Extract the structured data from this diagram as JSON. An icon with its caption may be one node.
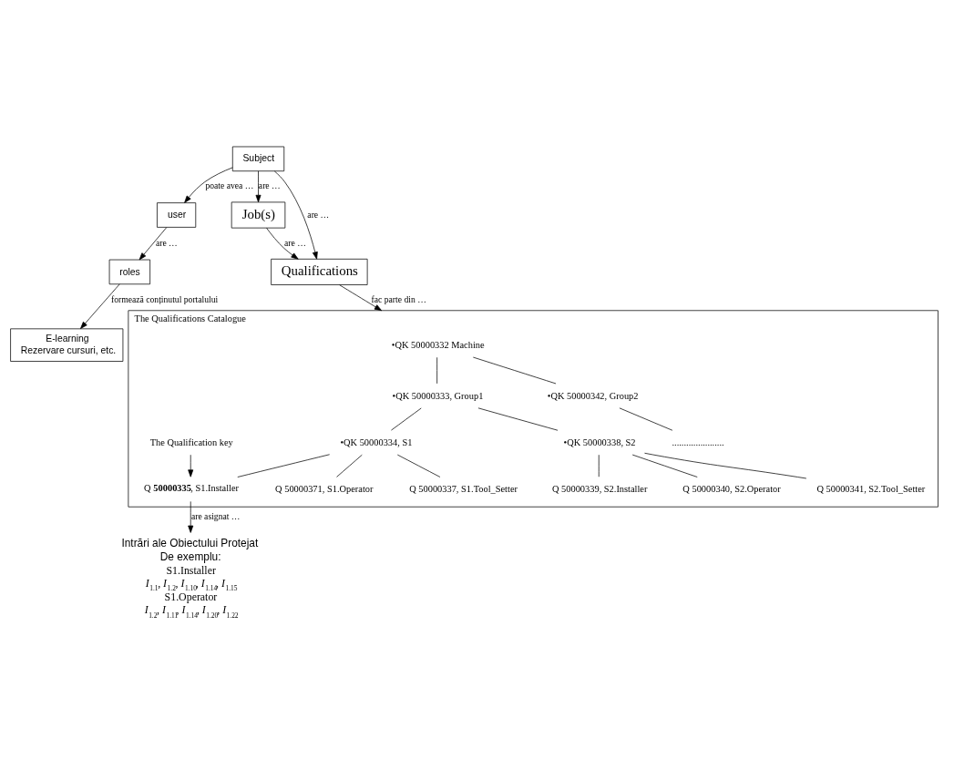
{
  "diagram": {
    "nodes": [
      {
        "text": [
          "Subject"
        ]
      },
      {
        "text": [
          "user"
        ]
      },
      {
        "text": [
          "roles"
        ]
      },
      {
        "text": [
          "E-learning",
          "Rezervare cursuri, etc."
        ]
      },
      {
        "text": [
          "Job(s)"
        ]
      },
      {
        "text": [
          "Qualifications"
        ]
      },
      {
        "text": [
          "The Qualifications Catalogue"
        ]
      },
      {
        "text": [
          "•QK 50000332 Machine"
        ],
        "in": 6
      },
      {
        "text": [
          "•QK 50000333, Group1"
        ],
        "in": 6
      },
      {
        "text": [
          "•QK 50000334, S1"
        ],
        "in": 6
      },
      {
        "text": [
          "Q **50000335**, S1.Installer"
        ],
        "in": 6
      },
      {
        "text": [
          "Q 50000371, S1.Operator"
        ],
        "in": 6
      },
      {
        "text": [
          "Q 50000337, S1.Tool_Setter"
        ],
        "in": 6
      },
      {
        "text": [
          "•QK 50000338, S2"
        ],
        "in": 6
      },
      {
        "text": [
          "Q 50000339, S2.Installer"
        ],
        "in": 6
      },
      {
        "text": [
          "Q 50000340, S2.Operator"
        ],
        "in": 6
      },
      {
        "text": [
          "Q 50000341, S2.Tool_Setter"
        ],
        "in": 6
      },
      {
        "text": [
          "•QK 50000342, Group2"
        ],
        "in": 6
      },
      {
        "text": [
          "......................"
        ],
        "in": 6
      },
      {
        "text": [
          "The Qualification key"
        ],
        "in": 6
      },
      {
        "text": [
          "Intrări ale Obiectului Protejat",
          "De exemplu:",
          "S1.Installer",
          "*I*$_{1.1}$, *I*$_{1.2}$, *I*$_{1.10}$, *I*$_{1.14}$, *I*$_{1.15}$",
          "S1.Operator",
          "*I*$_{1.2}$, *I*$_{1.11}$, *I*$_{1.14}$, *I*$_{1.20}$, *I*$_{1.22}$"
        ]
      }
    ],
    "edges": [
      {
        "from": 0,
        "to": 1,
        "arrow": "to",
        "label": "poate avea …"
      },
      {
        "from": 1,
        "to": 2,
        "arrow": "to",
        "label": "are …"
      },
      {
        "from": 2,
        "to": 3,
        "arrow": "to",
        "label": "formează conținutul portalului"
      },
      {
        "from": 0,
        "to": 4,
        "arrow": "to",
        "label": "are …"
      },
      {
        "from": 0,
        "to": 5,
        "arrow": "to",
        "label": "are …"
      },
      {
        "from": 4,
        "to": 5,
        "arrow": "to",
        "label": "are …"
      },
      {
        "from": 5,
        "to": 6,
        "arrow": "to",
        "label": "fac parte din …"
      },
      {
        "from": 7,
        "to": 8,
        "arrow": "none"
      },
      {
        "from": 8,
        "to": 9,
        "arrow": "none"
      },
      {
        "from": 9,
        "to": 10,
        "arrow": "none"
      },
      {
        "from": 9,
        "to": 11,
        "arrow": "none"
      },
      {
        "from": 9,
        "to": 12,
        "arrow": "none"
      },
      {
        "from": 8,
        "to": 13,
        "arrow": "none"
      },
      {
        "from": 13,
        "to": 14,
        "arrow": "none"
      },
      {
        "from": 13,
        "to": 15,
        "arrow": "none"
      },
      {
        "from": 13,
        "to": 16,
        "arrow": "none"
      },
      {
        "from": 7,
        "to": 17,
        "arrow": "none"
      },
      {
        "from": 17,
        "to": 18,
        "arrow": "none"
      },
      {
        "from": 19,
        "to": 10,
        "arrow": "to"
      },
      {
        "from": 10,
        "to": 20,
        "arrow": "to",
        "label": "are asignat …"
      }
    ]
  }
}
